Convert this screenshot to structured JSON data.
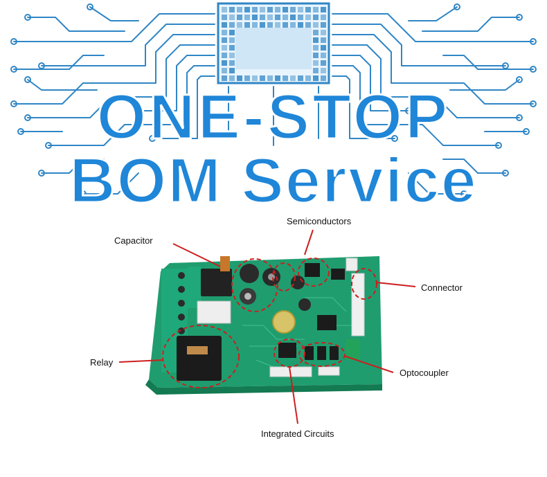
{
  "banner": {
    "line1": "ONE-STOP",
    "line2": "BOM Service",
    "color": "#1f86d8",
    "trace_color": "#2f86c6"
  },
  "callouts": {
    "semiconductors": "Semiconductors",
    "capacitor": "Capacitor",
    "connector": "Connector",
    "relay": "Relay",
    "optocoupler": "Optocoupler",
    "integrated_circuits": "Integrated Circuits"
  },
  "colors": {
    "callout_line": "#cc1e1e",
    "pcb": "#1f9d6f",
    "terminal": "#1fa87a"
  }
}
